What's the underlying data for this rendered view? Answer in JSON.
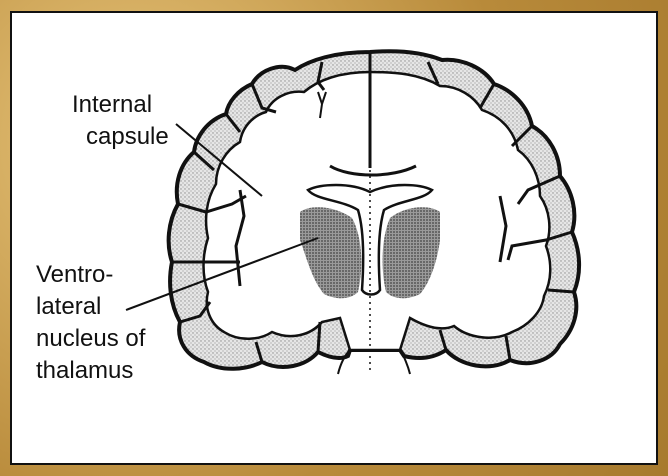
{
  "labels": {
    "internal_capsule_line1": "Internal",
    "internal_capsule_line2": "capsule",
    "vl_line1": "Ventro-",
    "vl_line2": "lateral",
    "vl_line3": "nucleus of",
    "vl_line4": "thalamus"
  }
}
